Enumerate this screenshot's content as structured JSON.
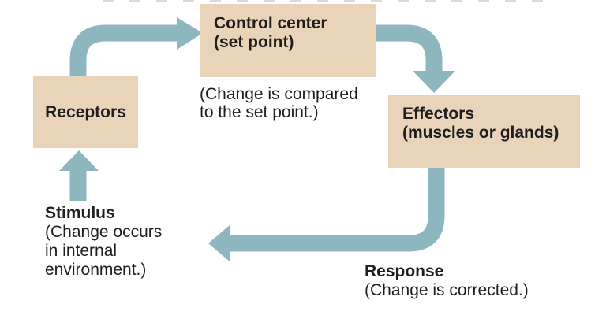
{
  "diagram": {
    "title_hint": "Negative feedback loop (homeostasis)",
    "colors": {
      "background": "#ffffff",
      "box_fill": "#e9d4ba",
      "arrow": "#8db6bf",
      "text": "#1e1e1e"
    },
    "nodes": [
      {
        "id": "receptors",
        "label": "Receptors"
      },
      {
        "id": "control-center",
        "label": "Control center",
        "sublabel": "(set point)"
      },
      {
        "id": "effectors",
        "label": "Effectors",
        "sublabel": "(muscles or glands)"
      }
    ],
    "captions": [
      {
        "id": "control-center-note",
        "line1": "(Change is compared",
        "line2": "to the set point.)"
      },
      {
        "id": "stimulus",
        "title": "Stimulus",
        "line1": "(Change occurs",
        "line2": "in internal",
        "line3": "environment.)"
      },
      {
        "id": "response",
        "title": "Response",
        "line1": "(Change is corrected.)"
      }
    ],
    "arrows": [
      {
        "id": "receptors-to-control-center",
        "from": "Receptors",
        "to": "Control center"
      },
      {
        "id": "control-center-to-effectors",
        "from": "Control center",
        "to": "Effectors"
      },
      {
        "id": "effectors-to-response",
        "from": "Effectors",
        "to": "Response / Stimulus side"
      },
      {
        "id": "stimulus-to-receptors",
        "from": "Stimulus",
        "to": "Receptors"
      }
    ]
  }
}
